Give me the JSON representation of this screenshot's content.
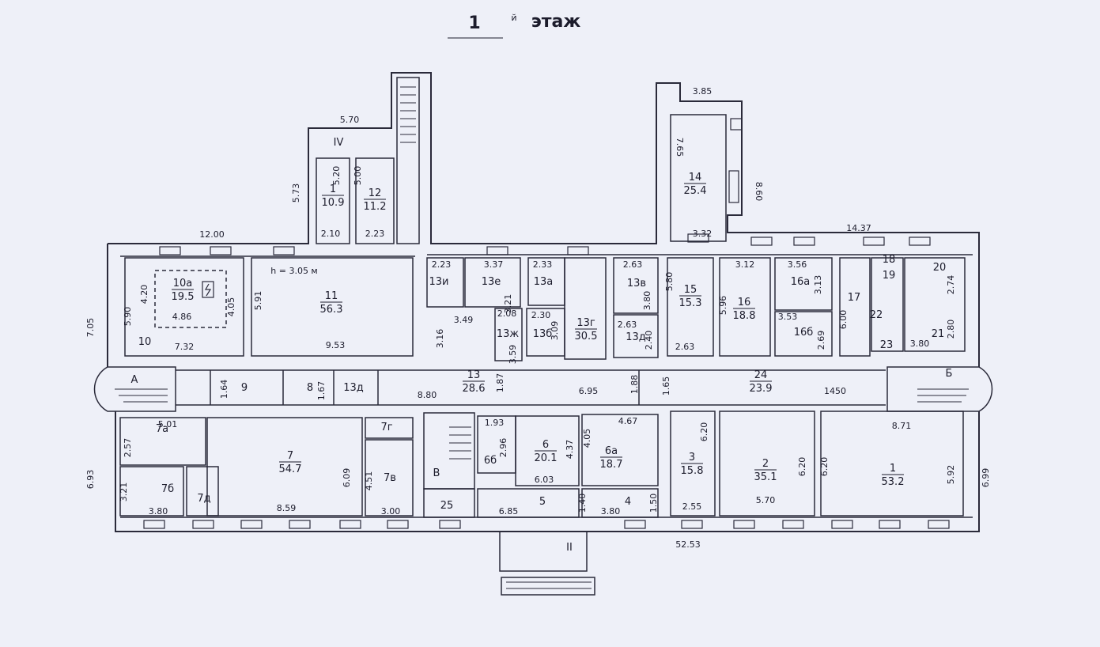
{
  "title": {
    "number": "1",
    "sup": "й",
    "word": "этаж"
  },
  "height_note": "h = 3.05 м",
  "stair_letters": [
    "А",
    "Б",
    "В"
  ],
  "entrances": [
    "IV",
    "II"
  ],
  "rooms": [
    {
      "num": "1",
      "area": "10.9"
    },
    {
      "num": "12",
      "area": "11.2"
    },
    {
      "num": "14",
      "area": "25.4"
    },
    {
      "num": "10а",
      "area": "19.5"
    },
    {
      "num": "10",
      "area": ""
    },
    {
      "num": "11",
      "area": "56.3"
    },
    {
      "num": "13и",
      "area": ""
    },
    {
      "num": "13е",
      "area": ""
    },
    {
      "num": "13а",
      "area": ""
    },
    {
      "num": "13ж",
      "area": ""
    },
    {
      "num": "13б",
      "area": ""
    },
    {
      "num": "13г",
      "area": "30.5"
    },
    {
      "num": "13в",
      "area": ""
    },
    {
      "num": "13д",
      "area": ""
    },
    {
      "num": "13",
      "area": "28.6"
    },
    {
      "num": "15",
      "area": "15.3"
    },
    {
      "num": "16",
      "area": "18.8"
    },
    {
      "num": "16а",
      "area": ""
    },
    {
      "num": "16б",
      "area": ""
    },
    {
      "num": "17",
      "area": ""
    },
    {
      "num": "18",
      "area": ""
    },
    {
      "num": "19",
      "area": ""
    },
    {
      "num": "20",
      "area": ""
    },
    {
      "num": "21",
      "area": ""
    },
    {
      "num": "22",
      "area": ""
    },
    {
      "num": "23",
      "area": ""
    },
    {
      "num": "24",
      "area": "23.9"
    },
    {
      "num": "9",
      "area": ""
    },
    {
      "num": "8",
      "area": ""
    },
    {
      "num": "13д",
      "area": ""
    },
    {
      "num": "7а",
      "area": ""
    },
    {
      "num": "7б",
      "area": ""
    },
    {
      "num": "7д",
      "area": ""
    },
    {
      "num": "7",
      "area": "54.7"
    },
    {
      "num": "7г",
      "area": ""
    },
    {
      "num": "7в",
      "area": ""
    },
    {
      "num": "25",
      "area": ""
    },
    {
      "num": "6б",
      "area": ""
    },
    {
      "num": "6",
      "area": "20.1"
    },
    {
      "num": "6а",
      "area": "18.7"
    },
    {
      "num": "5",
      "area": ""
    },
    {
      "num": "4",
      "area": ""
    },
    {
      "num": "3",
      "area": "15.8"
    },
    {
      "num": "2",
      "area": "35.1"
    },
    {
      "num": "1",
      "area": "53.2"
    }
  ],
  "dimensions": [
    "5.70",
    "5.73",
    "5.20",
    "5.00",
    "2.10",
    "2.23",
    "3.85",
    "7.65",
    "8.60",
    "3.32",
    "14.37",
    "12.00",
    "7.05",
    "5.90",
    "4.20",
    "4.86",
    "4.05",
    "5.91",
    "7.32",
    "9.53",
    "2.23",
    "3.37",
    "2.33",
    "2.63",
    "3.49",
    "3.16",
    "2.08",
    "2.30",
    "3.09",
    "3.21",
    "3.59",
    "2.63",
    "3.80",
    "2.40",
    "5.80",
    "2.63",
    "3.12",
    "5.96",
    "3.56",
    "3.13",
    "3.53",
    "2.69",
    "6.00",
    "2.74",
    "3.80",
    "2.80",
    "1.64",
    "1.67",
    "8.80",
    "1.87",
    "6.95",
    "1.88",
    "1.65",
    "1450",
    "5.01",
    "2.57",
    "3.21",
    "3.80",
    "8.59",
    "6.09",
    "4.51",
    "3.00",
    "1.93",
    "2.96",
    "6.03",
    "4.37",
    "4.05",
    "4.67",
    "6.20",
    "6.20",
    "6.20",
    "8.71",
    "5.92",
    "6.99",
    "6.93",
    "6.85",
    "1.40",
    "3.80",
    "1.50",
    "2.55",
    "5.70",
    "52.53"
  ]
}
